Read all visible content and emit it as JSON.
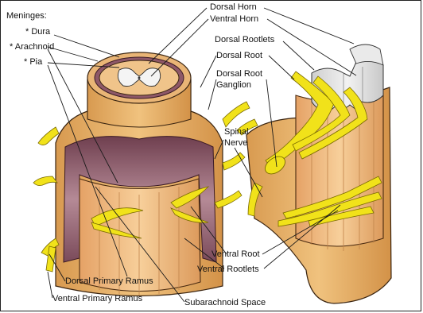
{
  "labels": {
    "meninges": "Meninges:",
    "dura": "* Dura",
    "arachnoid": "* Arachnoid",
    "pia": "* Pia",
    "dorsal_horn": "Dorsal Horn",
    "ventral_horn": "Ventral Horn",
    "dorsal_rootlets": "Dorsal Rootlets",
    "dorsal_root": "Dorsal Root",
    "dorsal_root_ganglion_line1": "Dorsal Root",
    "dorsal_root_ganglion_line2": "Ganglion",
    "spinal_nerve_line1": "Spinal",
    "spinal_nerve_line2": "Nerve",
    "ventral_root": "Ventral Root",
    "ventral_rootlets": "Ventral Rootlets",
    "subarachnoid_space": "Subarachnoid Space",
    "dorsal_primary_ramus": "Dorsal Primary Ramus",
    "ventral_primary_ramus": "Ventral Primary Ramus"
  },
  "colors": {
    "dura": "#e8b26a",
    "dura_dark": "#c88a44",
    "cord": "#f3c48c",
    "cord_dark": "#d99a5a",
    "arachnoid": "#9a6a7a",
    "arachnoid_light": "#c9a0aa",
    "gray_matter": "#e6e6e6",
    "nerve": "#f2e51a",
    "nerve_dark": "#c9b800",
    "outline": "#2a1a10",
    "leader": "#1a1a1a"
  }
}
